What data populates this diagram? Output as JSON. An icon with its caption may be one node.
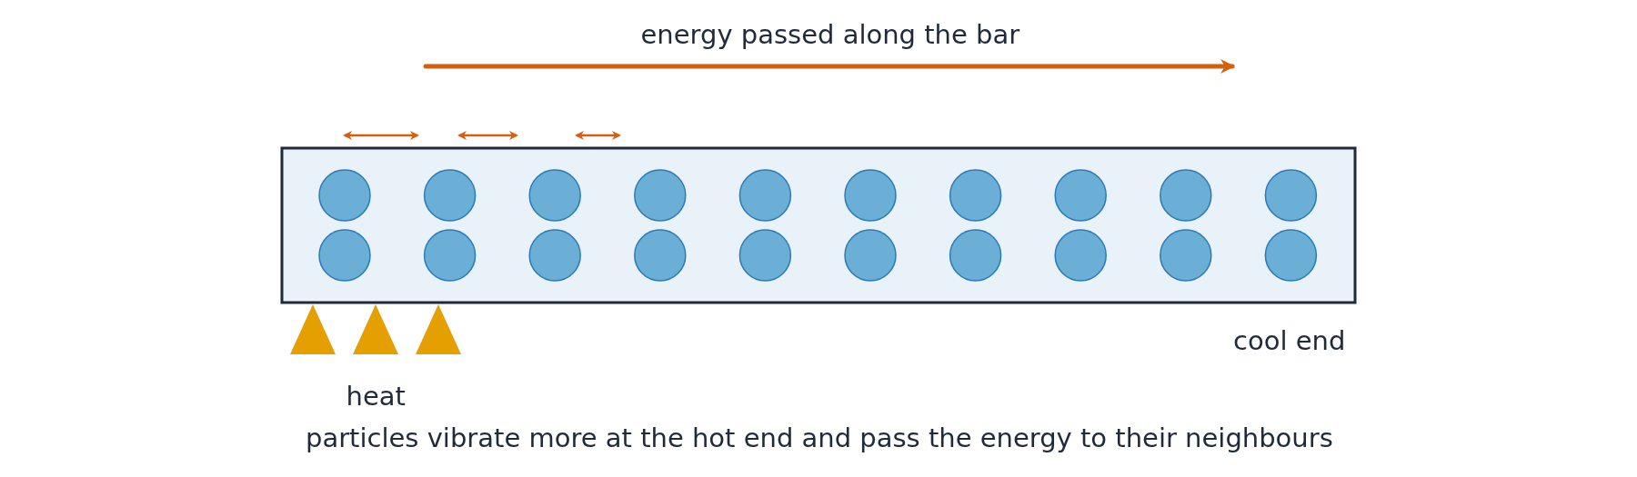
{
  "diagram": {
    "caption": "particles vibrate more at the hot end and pass the energy to their neighbours",
    "labels": [
      "energy passed along the bar",
      "cool end",
      "heat"
    ]
  }
}
